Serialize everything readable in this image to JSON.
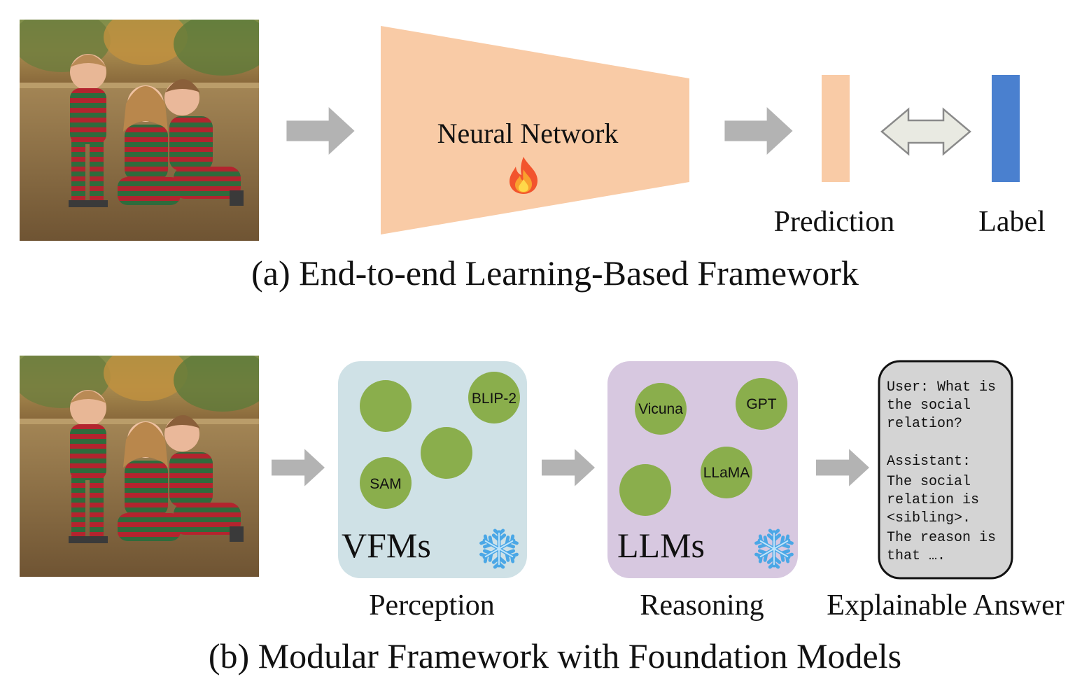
{
  "panel_a": {
    "network_label": "Neural Network",
    "network_icon": "fire-icon",
    "prediction_label": "Prediction",
    "label_label": "Label",
    "caption": "(a) End-to-end Learning-Based Framework",
    "colors": {
      "network": "#f9cba6",
      "prediction": "#f9cba6",
      "label": "#4a80cf",
      "arrow": "#b3b3b3",
      "double_arrow_fill": "#e9eae2"
    }
  },
  "panel_b": {
    "vfm_models": [
      "BLIP-2",
      "SAM"
    ],
    "vfm_title": "VFMs",
    "llm_models": [
      "Vicuna",
      "GPT",
      "LLaMA"
    ],
    "llm_title": "LLMs",
    "frozen_icon": "snowflake-icon",
    "answer_lines": [
      "User: What is",
      "the social",
      "relation?",
      "",
      "Assistant:",
      "The social",
      "relation is",
      "<sibling>.",
      "The reason is",
      "that …."
    ],
    "perception_label": "Perception",
    "reasoning_label": "Reasoning",
    "answer_label": "Explainable Answer",
    "caption": "(b) Modular Framework with Foundation Models",
    "colors": {
      "vfm_box": "#cfe1e6",
      "llm_box": "#d7c8e0",
      "circle": "#8aae4c",
      "answer_box": "#d4d4d4"
    }
  }
}
